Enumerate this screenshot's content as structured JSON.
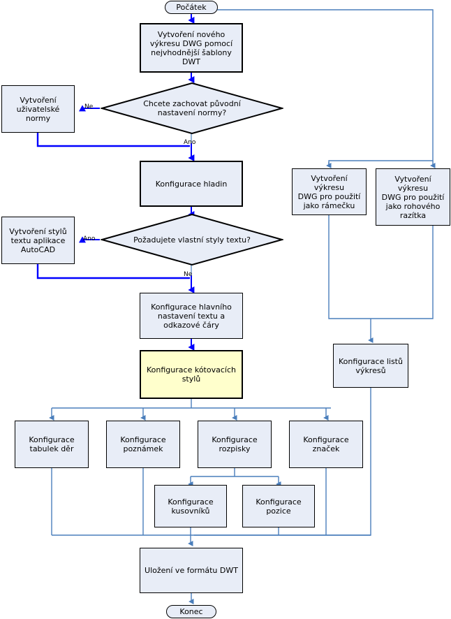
{
  "diagram": {
    "title": "",
    "colors": {
      "node_fill": "#e8edf7",
      "node_border": "#000000",
      "highlight_fill": "#ffffcc",
      "connector_thin": "#4a7ebb",
      "connector_bold": "#0000ff",
      "background": "#ffffff"
    },
    "nodes": {
      "start": {
        "label": "Počátek",
        "shape": "terminator"
      },
      "create_dwg": {
        "label": "Vytvoření nového\nvýkresu DWG pomocí\nnejvhodnější šablony\nDWT",
        "shape": "process"
      },
      "keep_standard": {
        "label": "Chcete zachovat původní\nnastavení normy?",
        "shape": "decision"
      },
      "user_standard": {
        "label": "Vytvoření\nuživatelské normy",
        "shape": "process"
      },
      "layers": {
        "label": "Konfigurace hladin",
        "shape": "process"
      },
      "want_text_styles": {
        "label": "Požadujete vlastní styly textu?",
        "shape": "decision"
      },
      "autocad_text_styles": {
        "label": "Vytvoření stylů\ntextu aplikace\nAutoCAD",
        "shape": "process"
      },
      "main_text_config": {
        "label": "Konfigurace hlavního\nnastavení textu a\nodkazové čáry",
        "shape": "process"
      },
      "dimension_styles": {
        "label": "Konfigurace kótovacích\nstylů",
        "shape": "process-highlight"
      },
      "frame_dwg": {
        "label": "Vytvoření výkresu\nDWG pro použití\njako rámečku",
        "shape": "process"
      },
      "title_block_dwg": {
        "label": "Vytvoření výkresu\nDWG pro použití\njako rohového\nrazítka",
        "shape": "process"
      },
      "sheet_config": {
        "label": "Konfigurace listů\nvýkresů",
        "shape": "process"
      },
      "hole_tables": {
        "label": "Konfigurace\ntabulek děr",
        "shape": "process"
      },
      "notes": {
        "label": "Konfigurace\npoznámek",
        "shape": "process"
      },
      "schedule": {
        "label": "Konfigurace\nrozpisky",
        "shape": "process"
      },
      "symbols": {
        "label": "Konfigurace\nznaček",
        "shape": "process"
      },
      "parts_lists": {
        "label": "Konfigurace\nkusovníků",
        "shape": "process"
      },
      "balloons": {
        "label": "Konfigurace\npozice",
        "shape": "process"
      },
      "save_dwt": {
        "label": "Uložení ve formátu DWT",
        "shape": "process"
      },
      "end": {
        "label": "Konec",
        "shape": "terminator"
      }
    },
    "edge_labels": {
      "keep_standard_no": "Ne",
      "keep_standard_yes": "Ano",
      "want_text_styles_yes": "Ano",
      "want_text_styles_no": "Ne"
    }
  }
}
